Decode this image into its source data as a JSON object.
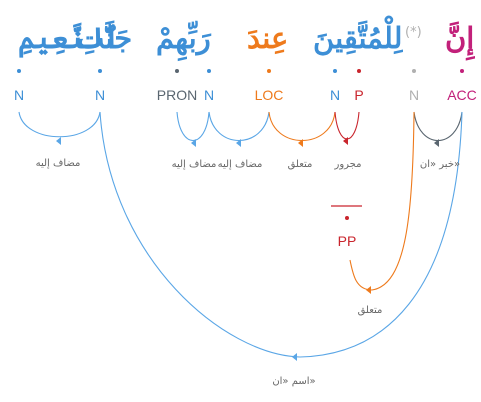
{
  "colors": {
    "N": "#3d8fd6",
    "PRON": "#5a6670",
    "LOC": "#ee7a1c",
    "P": "#c9252d",
    "ACC": "#c2207a",
    "hidden": "#b0b0b0",
    "arc": "#5aa6e6",
    "arc_orange": "#ee7a1c",
    "arc_red": "#c9252d",
    "arc_gray": "#5a6670",
    "label": "#666666"
  },
  "words": [
    {
      "id": "w-naim",
      "text": "ٱلنَّعِيمِ",
      "tag": "N",
      "color_key": "N"
    },
    {
      "id": "w-jannat",
      "text": "جَنَّٰتِ",
      "tag": "N",
      "color_key": "N"
    },
    {
      "id": "w-rabbihim",
      "text": "رَبِّهِمْ",
      "tag": "PRON",
      "tag2": "N",
      "color_key": "PRON",
      "color_key2": "N"
    },
    {
      "id": "w-inda",
      "text": "عِندَ",
      "tag": "LOC",
      "color_key": "LOC"
    },
    {
      "id": "w-muttaqin",
      "text": "لِلْمُتَّقِينَ",
      "tag": "N",
      "tag2": "P",
      "color_key": "N",
      "color_key2": "P"
    },
    {
      "id": "w-hidden",
      "text": "(*)",
      "tag": "N",
      "color_key": "hidden"
    },
    {
      "id": "w-inna",
      "text": "إِنَّ",
      "tag": "ACC",
      "color_key": "ACC"
    }
  ],
  "pp_node": {
    "tag": "PP",
    "color_key": "P"
  },
  "relations": {
    "mudaf_ilayh": "مضاف إليه",
    "mutaallaq": "متعلق",
    "majrur": "مجرور",
    "khabar_inna": "خبر «ان»",
    "ism_inna": "اسم «ان»"
  }
}
